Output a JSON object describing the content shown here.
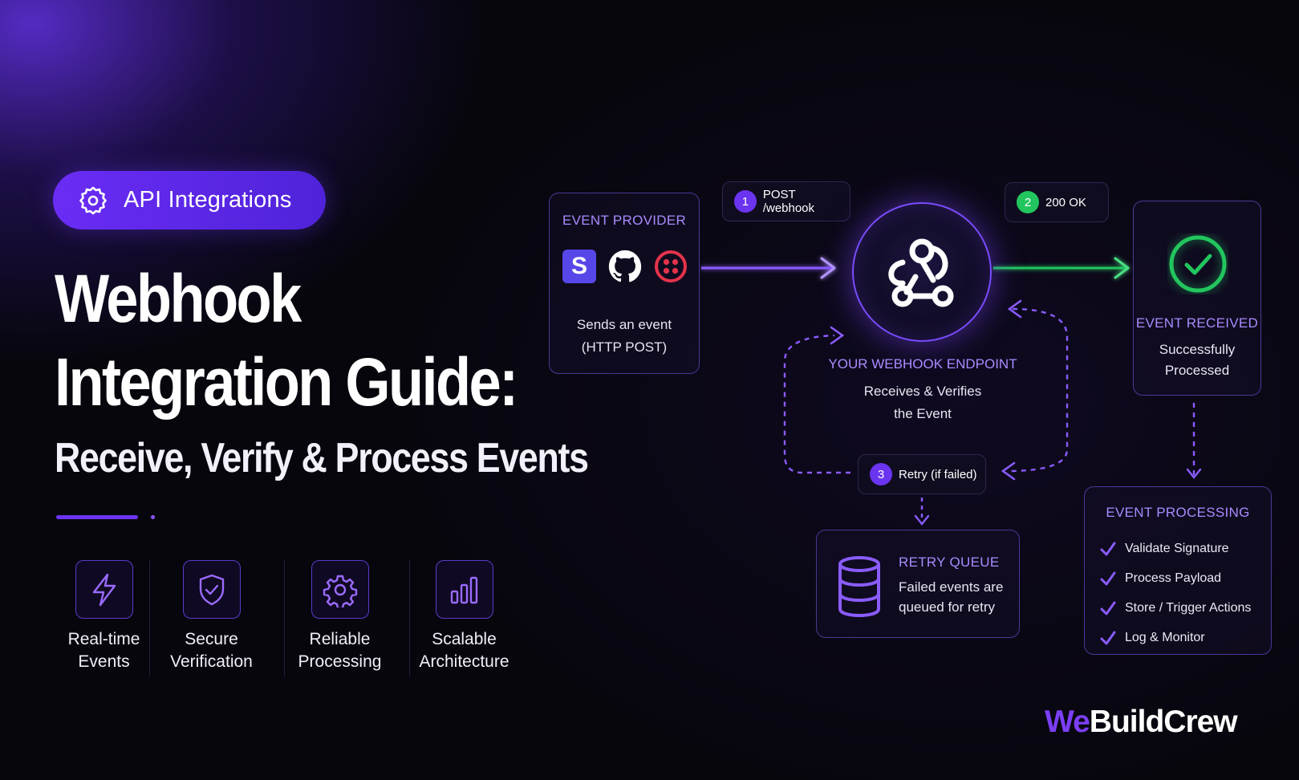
{
  "tag": {
    "label": "API Integrations",
    "icon": "cloud-gear-icon"
  },
  "title": {
    "line1": "Webhook",
    "line2": "Integration Guide:"
  },
  "subtitle": "Receive, Verify & Process Events",
  "features": [
    {
      "line1": "Real-time",
      "line2": "Events",
      "icon": "lightning-icon"
    },
    {
      "line1": "Secure",
      "line2": "Verification",
      "icon": "shield-check-icon"
    },
    {
      "line1": "Reliable",
      "line2": "Processing",
      "icon": "gear-icon"
    },
    {
      "line1": "Scalable",
      "line2": "Architecture",
      "icon": "bar-chart-icon"
    }
  ],
  "provider": {
    "heading": "EVENT PROVIDER",
    "body1": "Sends an event",
    "body2": "(HTTP POST)",
    "logos": [
      "stripe-logo",
      "github-logo",
      "twilio-logo"
    ],
    "stripe_letter": "S"
  },
  "steps": [
    {
      "num": "1",
      "label": "POST /webhook"
    },
    {
      "num": "2",
      "label": "200 OK"
    },
    {
      "num": "3",
      "label": "Retry (if failed)"
    }
  ],
  "endpoint": {
    "heading": "YOUR WEBHOOK ENDPOINT",
    "body1": "Receives & Verifies",
    "body2": "the Event",
    "icon": "webhook-icon"
  },
  "received": {
    "heading": "EVENT RECEIVED",
    "body1": "Successfully",
    "body2": "Processed",
    "icon": "check-circle-icon"
  },
  "retry_queue": {
    "heading": "RETRY QUEUE",
    "body1": "Failed events are",
    "body2": "queued for retry",
    "icon": "database-icon"
  },
  "processing": {
    "heading": "EVENT PROCESSING",
    "items": [
      "Validate Signature",
      "Process Payload",
      "Store / Trigger Actions",
      "Log & Monitor"
    ]
  },
  "brand": {
    "part1": "We",
    "part2": "BuildCrew"
  },
  "colors": {
    "accent_purple": "#6b34f0",
    "label_purple": "#a98bff",
    "success_green": "#22c55e",
    "background": "#07060d"
  }
}
